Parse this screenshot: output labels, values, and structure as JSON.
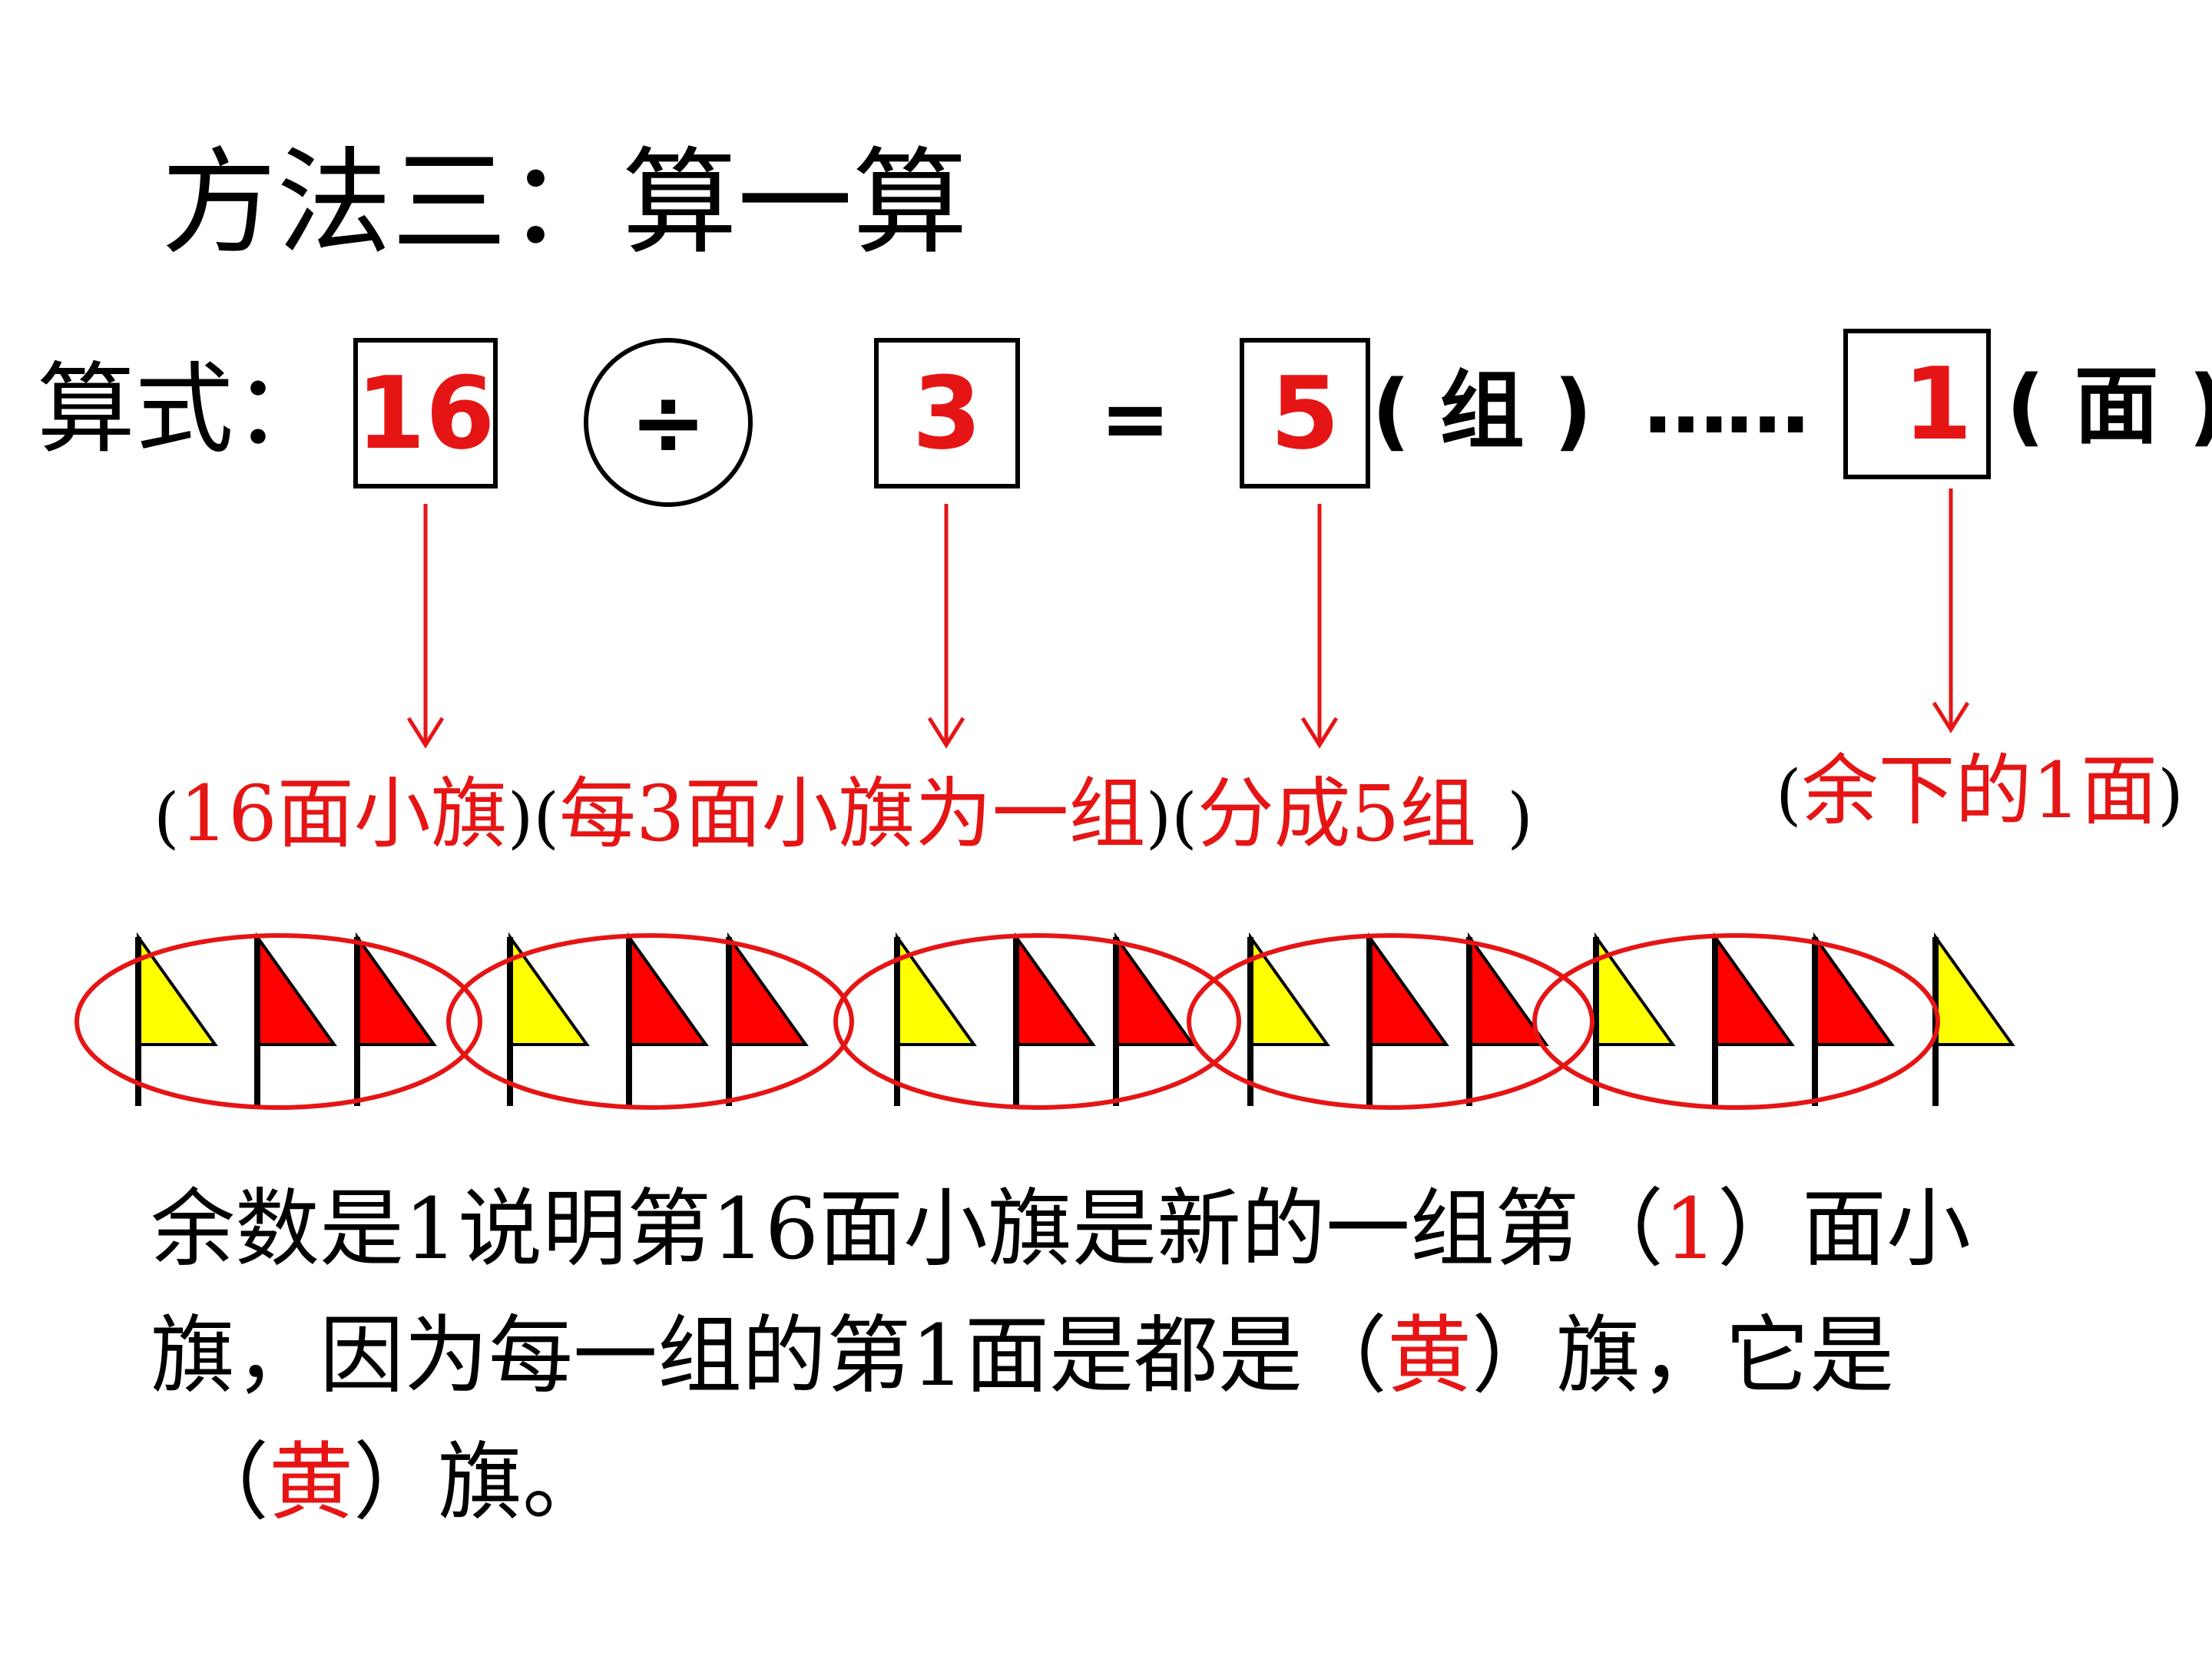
{
  "title": "方法三：算一算",
  "formula": {
    "label": "算式：",
    "dividend": "16",
    "operator": "÷",
    "divisor": "3",
    "equals": "=",
    "quotient": "5",
    "quotient_unit": "( 组 )",
    "dots": "……",
    "remainder": "1",
    "remainder_unit": "( 面 )"
  },
  "annotations": {
    "open": "(",
    "close": ")",
    "dividend_text": "16面小旗",
    "divisor_text": "每3面小旗为一组",
    "quotient_text": "分成5组",
    "remainder_text": "余下的1面"
  },
  "flags": {
    "sequence": [
      "yellow",
      "red",
      "red",
      "yellow",
      "red",
      "red",
      "yellow",
      "red",
      "red",
      "yellow",
      "red",
      "red",
      "yellow",
      "red",
      "red",
      "yellow"
    ],
    "group_size": 3,
    "colors": {
      "yellow": "#ffff00",
      "red": "#ff0000",
      "ellipse": "#e61515",
      "pole": "#000000"
    }
  },
  "paragraph": {
    "line1_a": "余数是1说明第16面小旗是新的一组第（",
    "line1_b": "1",
    "line1_c": "）面小",
    "line2_a": "旗，因为每一组的第1面是都是（",
    "line2_b": "黄",
    "line2_c": "）旗，它是",
    "line3_a": "（",
    "line3_b": "黄",
    "line3_c": "）旗。"
  },
  "colors": {
    "accent_red": "#e61515",
    "text": "#000000"
  }
}
